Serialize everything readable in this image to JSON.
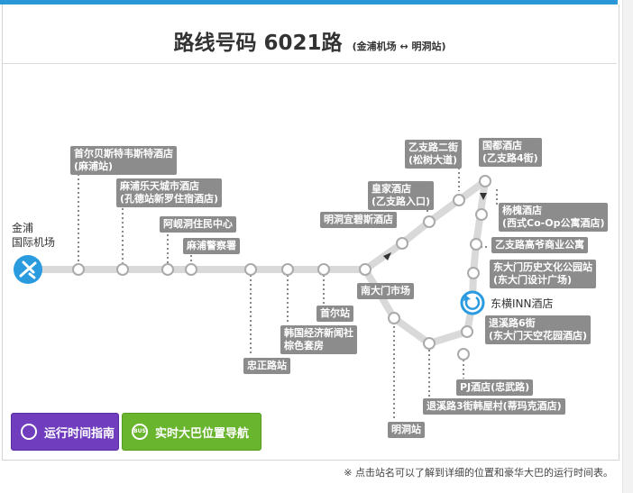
{
  "header": {
    "title": "路线号码 6021路",
    "subtitle": "(金浦机场 ↔ 明洞站)"
  },
  "airport": {
    "line1": "金浦",
    "line2": "国际机场"
  },
  "stops": {
    "s1": [
      "首尔贝斯特韦斯特酒店",
      "(麻浦站)"
    ],
    "s2": [
      "麻浦乐天城市酒店",
      "(孔德站新罗住宿酒店)"
    ],
    "s3": "阿岘洞住民中心",
    "s4": "麻浦警察署",
    "s5": "忠正路站",
    "s6": [
      "韩国经济新闻社",
      "棕色套房"
    ],
    "s7": "首尔站",
    "s8": "南大门市场",
    "s9": "明洞宜碧斯酒店",
    "s10": [
      "皇家酒店",
      "(乙支路入口)"
    ],
    "s11": [
      "乙支路二街",
      "(松树大道)"
    ],
    "s12": [
      "国都酒店",
      "(乙支路4街)"
    ],
    "s13": [
      "杨槐酒店",
      "(西式Co-Op公寓酒店)"
    ],
    "s14": "乙支路高爷商业公寓",
    "s15": [
      "东大门历史文化公园站",
      "(东大门设计广场)"
    ],
    "s16": [
      "退溪路6街",
      "(东大门天空花园酒店)"
    ],
    "s17": "PJ酒店(忠武路)",
    "s18": "退溪路3街韩屋村(蒂玛克酒店)",
    "s19": "明洞站"
  },
  "hotel": "东横INN酒店",
  "buttons": {
    "schedule": "运行时间指南",
    "realtime": "实时大巴位置导航",
    "bus_icon_text": "BUS"
  },
  "note": "※ 点击站名可以了解到详细的位置和豪华大巴的运行时间表。",
  "colors": {
    "route_line": "#d9d9d9",
    "label_bg": "#8c8c8c",
    "airport_icon": "#2b9be0",
    "button_purple": "#6f3dbd",
    "button_green": "#69b52d"
  }
}
